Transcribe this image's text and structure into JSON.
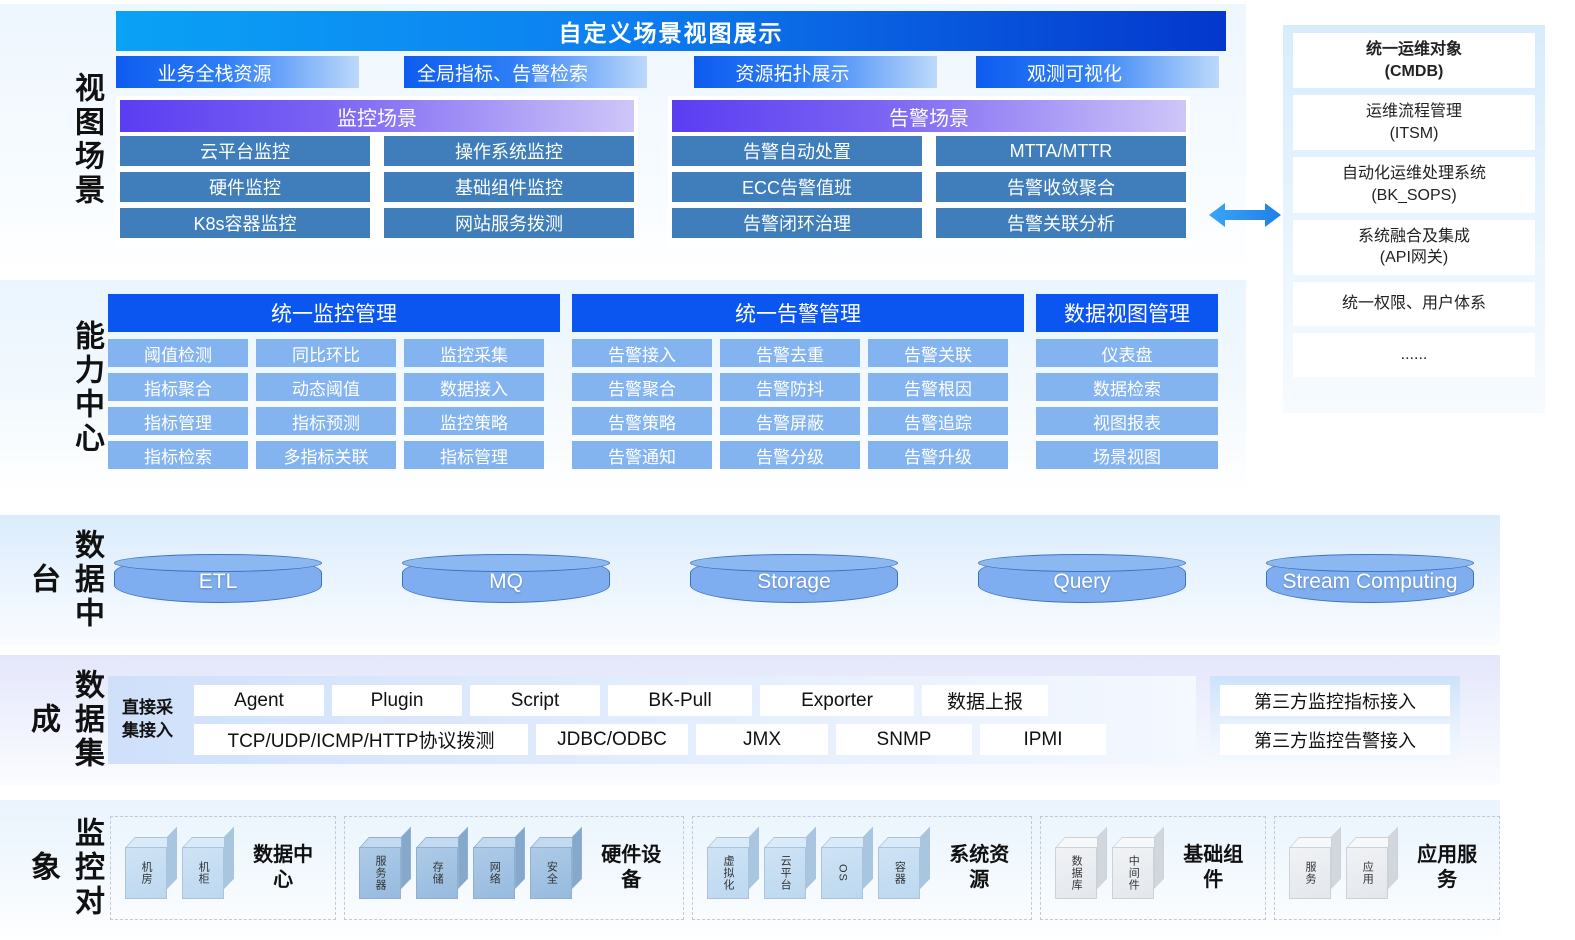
{
  "sections": {
    "view": {
      "label": "视图场景"
    },
    "capability": {
      "label": "能力中心"
    },
    "data_platform": {
      "label": "数据中台"
    },
    "data_integration": {
      "label": "数据集成"
    },
    "monitor_object": {
      "label": "监控对象"
    }
  },
  "view": {
    "title": "自定义场景视图展示",
    "pills": [
      "业务全栈资源",
      "全局指标、告警检索",
      "资源拓扑展示",
      "观测可视化"
    ],
    "groups": [
      {
        "head": "监控场景",
        "columns": [
          [
            "云平台监控",
            "硬件监控",
            "K8s容器监控"
          ],
          [
            "操作系统监控",
            "基础组件监控",
            "网站服务拨测"
          ]
        ]
      },
      {
        "head": "告警场景",
        "columns": [
          [
            "告警自动处置",
            "ECC告警值班",
            "告警闭环治理"
          ],
          [
            "MTTA/MTTR",
            "告警收敛聚合",
            "告警关联分析"
          ]
        ]
      }
    ]
  },
  "cmdb": {
    "items": [
      {
        "line1": "统一运维对象",
        "line2": "(CMDB)",
        "bold": true
      },
      {
        "line1": "运维流程管理",
        "line2": "(ITSM)",
        "bold": false
      },
      {
        "line1": "自动化运维处理系统",
        "line2": "(BK_SOPS)",
        "bold": false
      },
      {
        "line1": "系统融合及集成",
        "line2": "(API网关)",
        "bold": false
      },
      {
        "line1": "统一权限、用户体系",
        "line2": "",
        "bold": false
      },
      {
        "line1": "......",
        "line2": "",
        "bold": false
      }
    ]
  },
  "capability": {
    "groups": [
      {
        "head": "统一监控管理",
        "columns": [
          [
            "阈值检测",
            "指标聚合",
            "指标管理",
            "指标检索"
          ],
          [
            "同比环比",
            "动态阈值",
            "指标预测",
            "多指标关联"
          ],
          [
            "监控采集",
            "数据接入",
            "监控策略",
            "指标管理"
          ]
        ]
      },
      {
        "head": "统一告警管理",
        "columns": [
          [
            "告警接入",
            "告警聚合",
            "告警策略",
            "告警通知"
          ],
          [
            "告警去重",
            "告警防抖",
            "告警屏蔽",
            "告警分级"
          ],
          [
            "告警关联",
            "告警根因",
            "告警追踪",
            "告警升级"
          ]
        ]
      },
      {
        "head": "数据视图管理",
        "columns": [
          [
            "仪表盘",
            "数据检索",
            "视图报表",
            "场景视图"
          ]
        ]
      }
    ]
  },
  "data_platform": {
    "cylinders": [
      "ETL",
      "MQ",
      "Storage",
      "Query",
      "Stream Computing"
    ]
  },
  "data_integration": {
    "side_label": "直接采集接入",
    "rows": [
      [
        "Agent",
        "Plugin",
        "Script",
        "BK-Pull",
        "Exporter",
        "数据上报"
      ],
      [
        "TCP/UDP/ICMP/HTTP协议拨测",
        "JDBC/ODBC",
        "JMX",
        "SNMP",
        "IPMI"
      ]
    ],
    "third_party": [
      "第三方监控指标接入",
      "第三方监控告警接入"
    ]
  },
  "monitor_object": {
    "groups": [
      {
        "title": "数据中心",
        "style": "light",
        "cubes": [
          "机房",
          "机柜"
        ]
      },
      {
        "title": "硬件设备",
        "style": "dark",
        "cubes": [
          "服务器",
          "存储",
          "网络",
          "安全"
        ]
      },
      {
        "title": "系统资源",
        "style": "light",
        "cubes": [
          "虚拟化",
          "云平台",
          "OS",
          "容器"
        ]
      },
      {
        "title": "基础组件",
        "style": "grey",
        "cubes": [
          "数据库",
          "中间件"
        ]
      },
      {
        "title": "应用服务",
        "style": "grey",
        "cubes": [
          "服务",
          "应用"
        ]
      }
    ]
  },
  "connector": {
    "name": "bidirectional-arrow"
  },
  "colors": {
    "title_gradient_start": "#0aa2f5",
    "title_gradient_end": "#0437cd",
    "pill_blue": "#0d5cf0",
    "scenario_purple": "#5b3df2",
    "scenario_item": "#3f7ebb",
    "capability_head": "#0b55f0",
    "capability_item": "#84b4f0",
    "cylinder": "#7eaef0",
    "cube_blue": "#bcd8f0",
    "cube_grey": "#e3e7ec"
  }
}
